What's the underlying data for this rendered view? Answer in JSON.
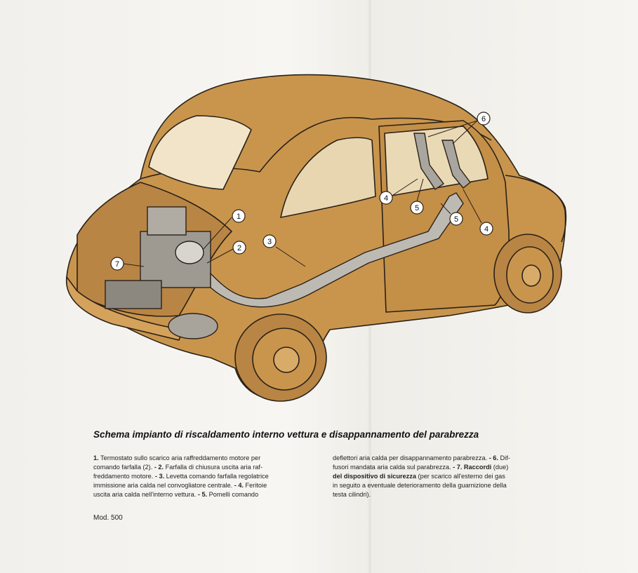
{
  "illustration": {
    "body_color": "#c9954d",
    "outline_color": "#2a2118",
    "callouts": [
      "1",
      "2",
      "3",
      "4",
      "5",
      "6",
      "7",
      "4",
      "5"
    ]
  },
  "caption": {
    "title": "Schema impianto di riscaldamento interno vettura e disappannamento del parabrezza"
  },
  "description": {
    "left_lines": [
      [
        {
          "t": "1.",
          "b": true
        },
        {
          "t": " Termostato sullo scarico aria raffreddamento motore per"
        }
      ],
      [
        {
          "t": "comando farfalla (2). "
        },
        {
          "t": "- 2.",
          "b": true
        },
        {
          "t": " Farfalla di chiusura uscita aria raf-"
        }
      ],
      [
        {
          "t": "freddamento motore. "
        },
        {
          "t": "- 3.",
          "b": true
        },
        {
          "t": " Levetta comando farfalla regolatrice"
        }
      ],
      [
        {
          "t": "immissione aria calda nel convogliatore centrale. "
        },
        {
          "t": "- 4.",
          "b": true
        },
        {
          "t": " Feritoie"
        }
      ],
      [
        {
          "t": "uscita aria calda nell'interno vettura. "
        },
        {
          "t": "- 5.",
          "b": true
        },
        {
          "t": " Pomelli comando"
        }
      ]
    ],
    "right_lines": [
      [
        {
          "t": "deflettori aria calda per disappannamento parabrezza. "
        },
        {
          "t": "- 6.",
          "b": true
        },
        {
          "t": " Dif-"
        }
      ],
      [
        {
          "t": "fusori mandata aria calda sul parabrezza. "
        },
        {
          "t": "- 7. Raccordi",
          "b": true
        },
        {
          "t": " (due)"
        }
      ],
      [
        {
          "t": "del dispositivo di sicurezza",
          "b": true
        },
        {
          "t": " (per scarico all'esterno dei gas"
        }
      ],
      [
        {
          "t": "in seguito a eventuale deterioramento della guarnizione della"
        }
      ],
      [
        {
          "t": "testa cilindri)."
        }
      ]
    ]
  },
  "footer": {
    "model": "Mod. 500"
  }
}
